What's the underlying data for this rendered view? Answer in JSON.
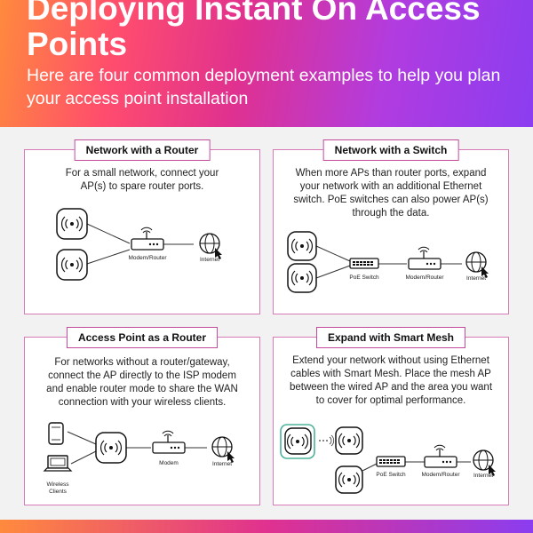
{
  "header": {
    "title": "Deploying Instant On Access Points",
    "subtitle": "Here are four common deployment examples to help you plan your access point installation"
  },
  "panels": {
    "router": {
      "title": "Network with a Router",
      "description": "For a small network, connect your AP(s) to spare router ports.",
      "labels": {
        "modem_router": "Modem/Router",
        "internet": "Internet"
      }
    },
    "switch": {
      "title": "Network with a Switch",
      "description": "When more APs than router ports, expand your network with an additional Ethernet switch. PoE switches can also power AP(s) through the data.",
      "labels": {
        "poe_switch": "PoE Switch",
        "modem_router": "Modem/Router",
        "internet": "Internet"
      }
    },
    "ap_router": {
      "title": "Access Point as a Router",
      "description": "For networks without a router/gateway, connect the AP directly to the ISP modem and enable router mode to share the WAN connection with your wireless clients.",
      "labels": {
        "wireless_clients": "Wireless Clients",
        "modem": "Modem",
        "internet": "Internet"
      }
    },
    "mesh": {
      "title": "Expand with Smart Mesh",
      "description": "Extend your network without using Ethernet cables with Smart Mesh. Place the mesh AP between the wired AP and the area you want to cover for optimal performance.",
      "labels": {
        "poe_switch": "PoE Switch",
        "modem_router": "Modem/Router",
        "internet": "Internet"
      }
    }
  },
  "colors": {
    "accent": "#c24a9c",
    "mesh_highlight": "#4db39a"
  }
}
